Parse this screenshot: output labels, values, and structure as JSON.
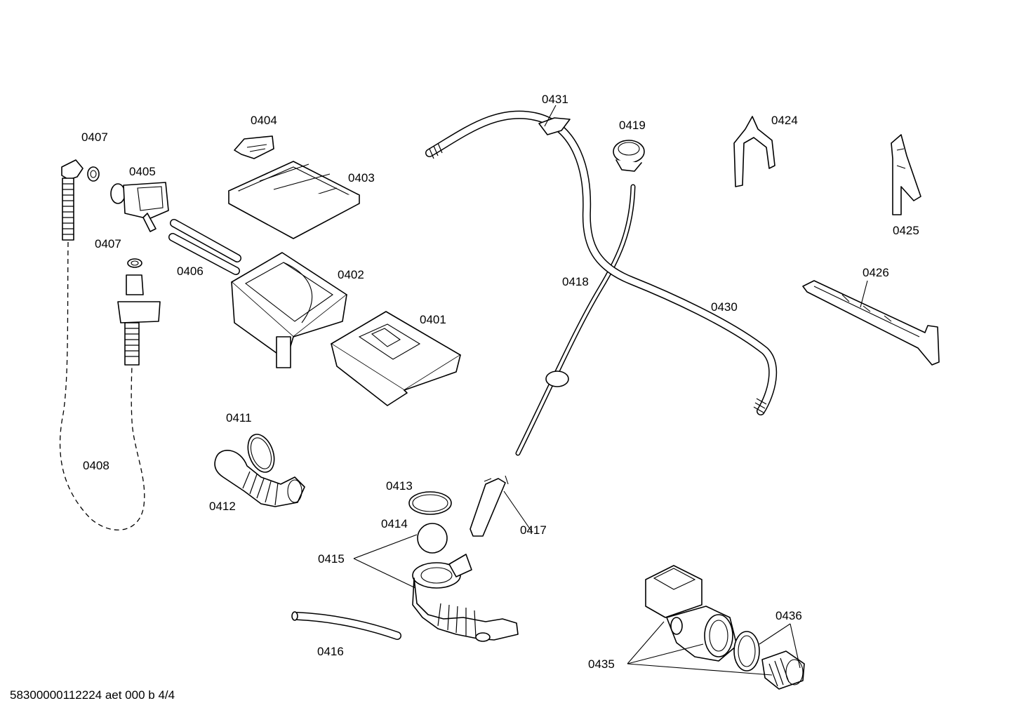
{
  "diagram": {
    "footer_text": "58300000112224 aet 000 b 4/4",
    "labels": {
      "p0401": "0401",
      "p0402": "0402",
      "p0403": "0403",
      "p0404": "0404",
      "p0405": "0405",
      "p0406": "0406",
      "p0407a": "0407",
      "p0407b": "0407",
      "p0408": "0408",
      "p0411": "0411",
      "p0412": "0412",
      "p0413": "0413",
      "p0414": "0414",
      "p0415": "0415",
      "p0416": "0416",
      "p0417": "0417",
      "p0418": "0418",
      "p0419": "0419",
      "p0424": "0424",
      "p0425": "0425",
      "p0426": "0426",
      "p0430": "0430",
      "p0431": "0431",
      "p0435": "0435",
      "p0436": "0436"
    }
  }
}
